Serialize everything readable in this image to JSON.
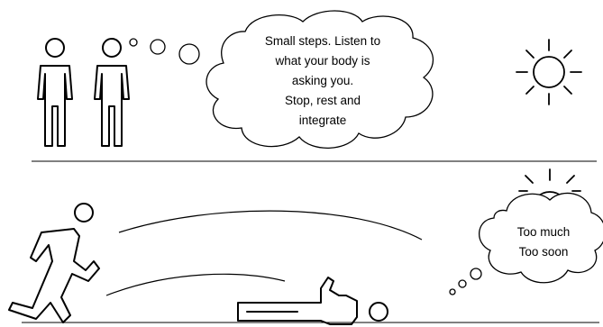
{
  "top_panel": {
    "thought": {
      "lines": [
        "Small steps. Listen to",
        "what your body is",
        "asking you.",
        "Stop, rest and",
        "integrate"
      ]
    }
  },
  "bottom_panel": {
    "thought": {
      "lines": [
        "Too much",
        "Too soon"
      ]
    }
  },
  "icons": {
    "people": "two-standing-people-icon",
    "sun_top": "sun-icon",
    "sun_bottom": "setting-sun-icon",
    "runner": "running-person-icon",
    "lying": "lying-person-icon"
  }
}
